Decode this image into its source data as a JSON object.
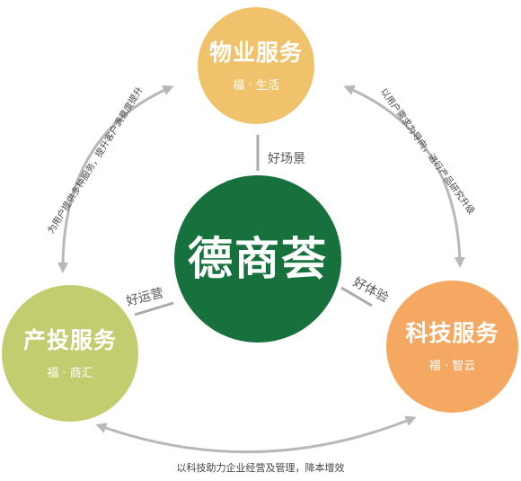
{
  "center": {
    "title": "德商荟"
  },
  "nodes": {
    "top": {
      "title": "物业服务",
      "sub": "福 · 生活"
    },
    "left": {
      "title": "产投服务",
      "sub": "福 · 商汇"
    },
    "right": {
      "title": "科技服务",
      "sub": "福 · 智云"
    }
  },
  "relations": {
    "top": "好场景",
    "left": "好运营",
    "right": "好体验"
  },
  "arrows": {
    "left_arc": "为用户提供多种服务，提升客户满意度提升",
    "right_arc": "以用户需求为导向，进行产品研究升级",
    "bottom_arc": "以科技助力企业经营及管理，降本增效"
  },
  "colors": {
    "top": "#efc26b",
    "left": "#c3cc6e",
    "right": "#f5a862",
    "center": "#17713c",
    "arrow": "#b8b8b8",
    "connector": "#aaaaaa"
  }
}
